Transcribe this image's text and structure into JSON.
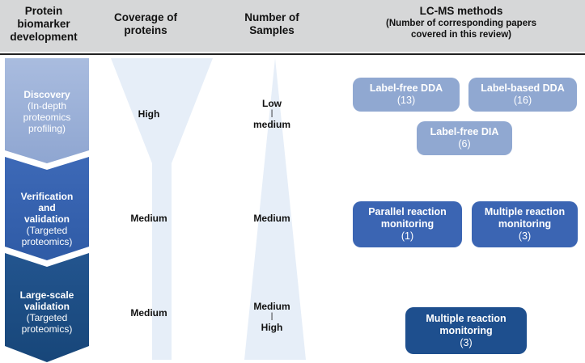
{
  "header": {
    "col1": [
      "Protein",
      "biomarker",
      "development"
    ],
    "col2": [
      "Coverage of",
      "proteins"
    ],
    "col3": [
      "Number of",
      "Samples"
    ],
    "col4_title": "LC-MS methods",
    "col4_sub": [
      "(Number of corresponding papers",
      "covered in this review)"
    ]
  },
  "stages": [
    {
      "title": "Discovery",
      "desc": [
        "(In-depth",
        "proteomics",
        "profiling)"
      ],
      "color": "#9db3d8"
    },
    {
      "title": [
        "Verification",
        "and",
        "validation"
      ],
      "desc": [
        "(Targeted",
        "proteomics)"
      ],
      "color": "#3a66b4"
    },
    {
      "title": [
        "Large-scale",
        "validation"
      ],
      "desc": [
        "(Targeted",
        "proteomics)"
      ],
      "color": "#1e4f8e"
    }
  ],
  "coverage": [
    "High",
    "Medium",
    "Medium"
  ],
  "samples": {
    "row1": [
      "Low",
      "|",
      "medium"
    ],
    "row2": "Medium",
    "row3": [
      "Medium",
      "|",
      "High"
    ]
  },
  "methods": {
    "label_free_dda": {
      "name": "Label-free DDA",
      "count": "(13)"
    },
    "label_based_dda": {
      "name": "Label-based DDA",
      "count": "(16)"
    },
    "label_free_dia": {
      "name": "Label-free DIA",
      "count": "(6)"
    },
    "prm": {
      "name": [
        "Parallel reaction",
        "monitoring"
      ],
      "count": "(1)"
    },
    "mrm_row2": {
      "name": [
        "Multiple reaction",
        "monitoring"
      ],
      "count": "(3)"
    },
    "mrm_row3": {
      "name": [
        "Multiple reaction",
        "monitoring"
      ],
      "count": "(3)"
    }
  },
  "colors": {
    "header_bg": "#d6d7d8",
    "shape_fill": "#e6eef8",
    "light_blue": "#90a8d1",
    "mid_blue": "#3b65b3",
    "dark_blue": "#1e4f8e"
  }
}
